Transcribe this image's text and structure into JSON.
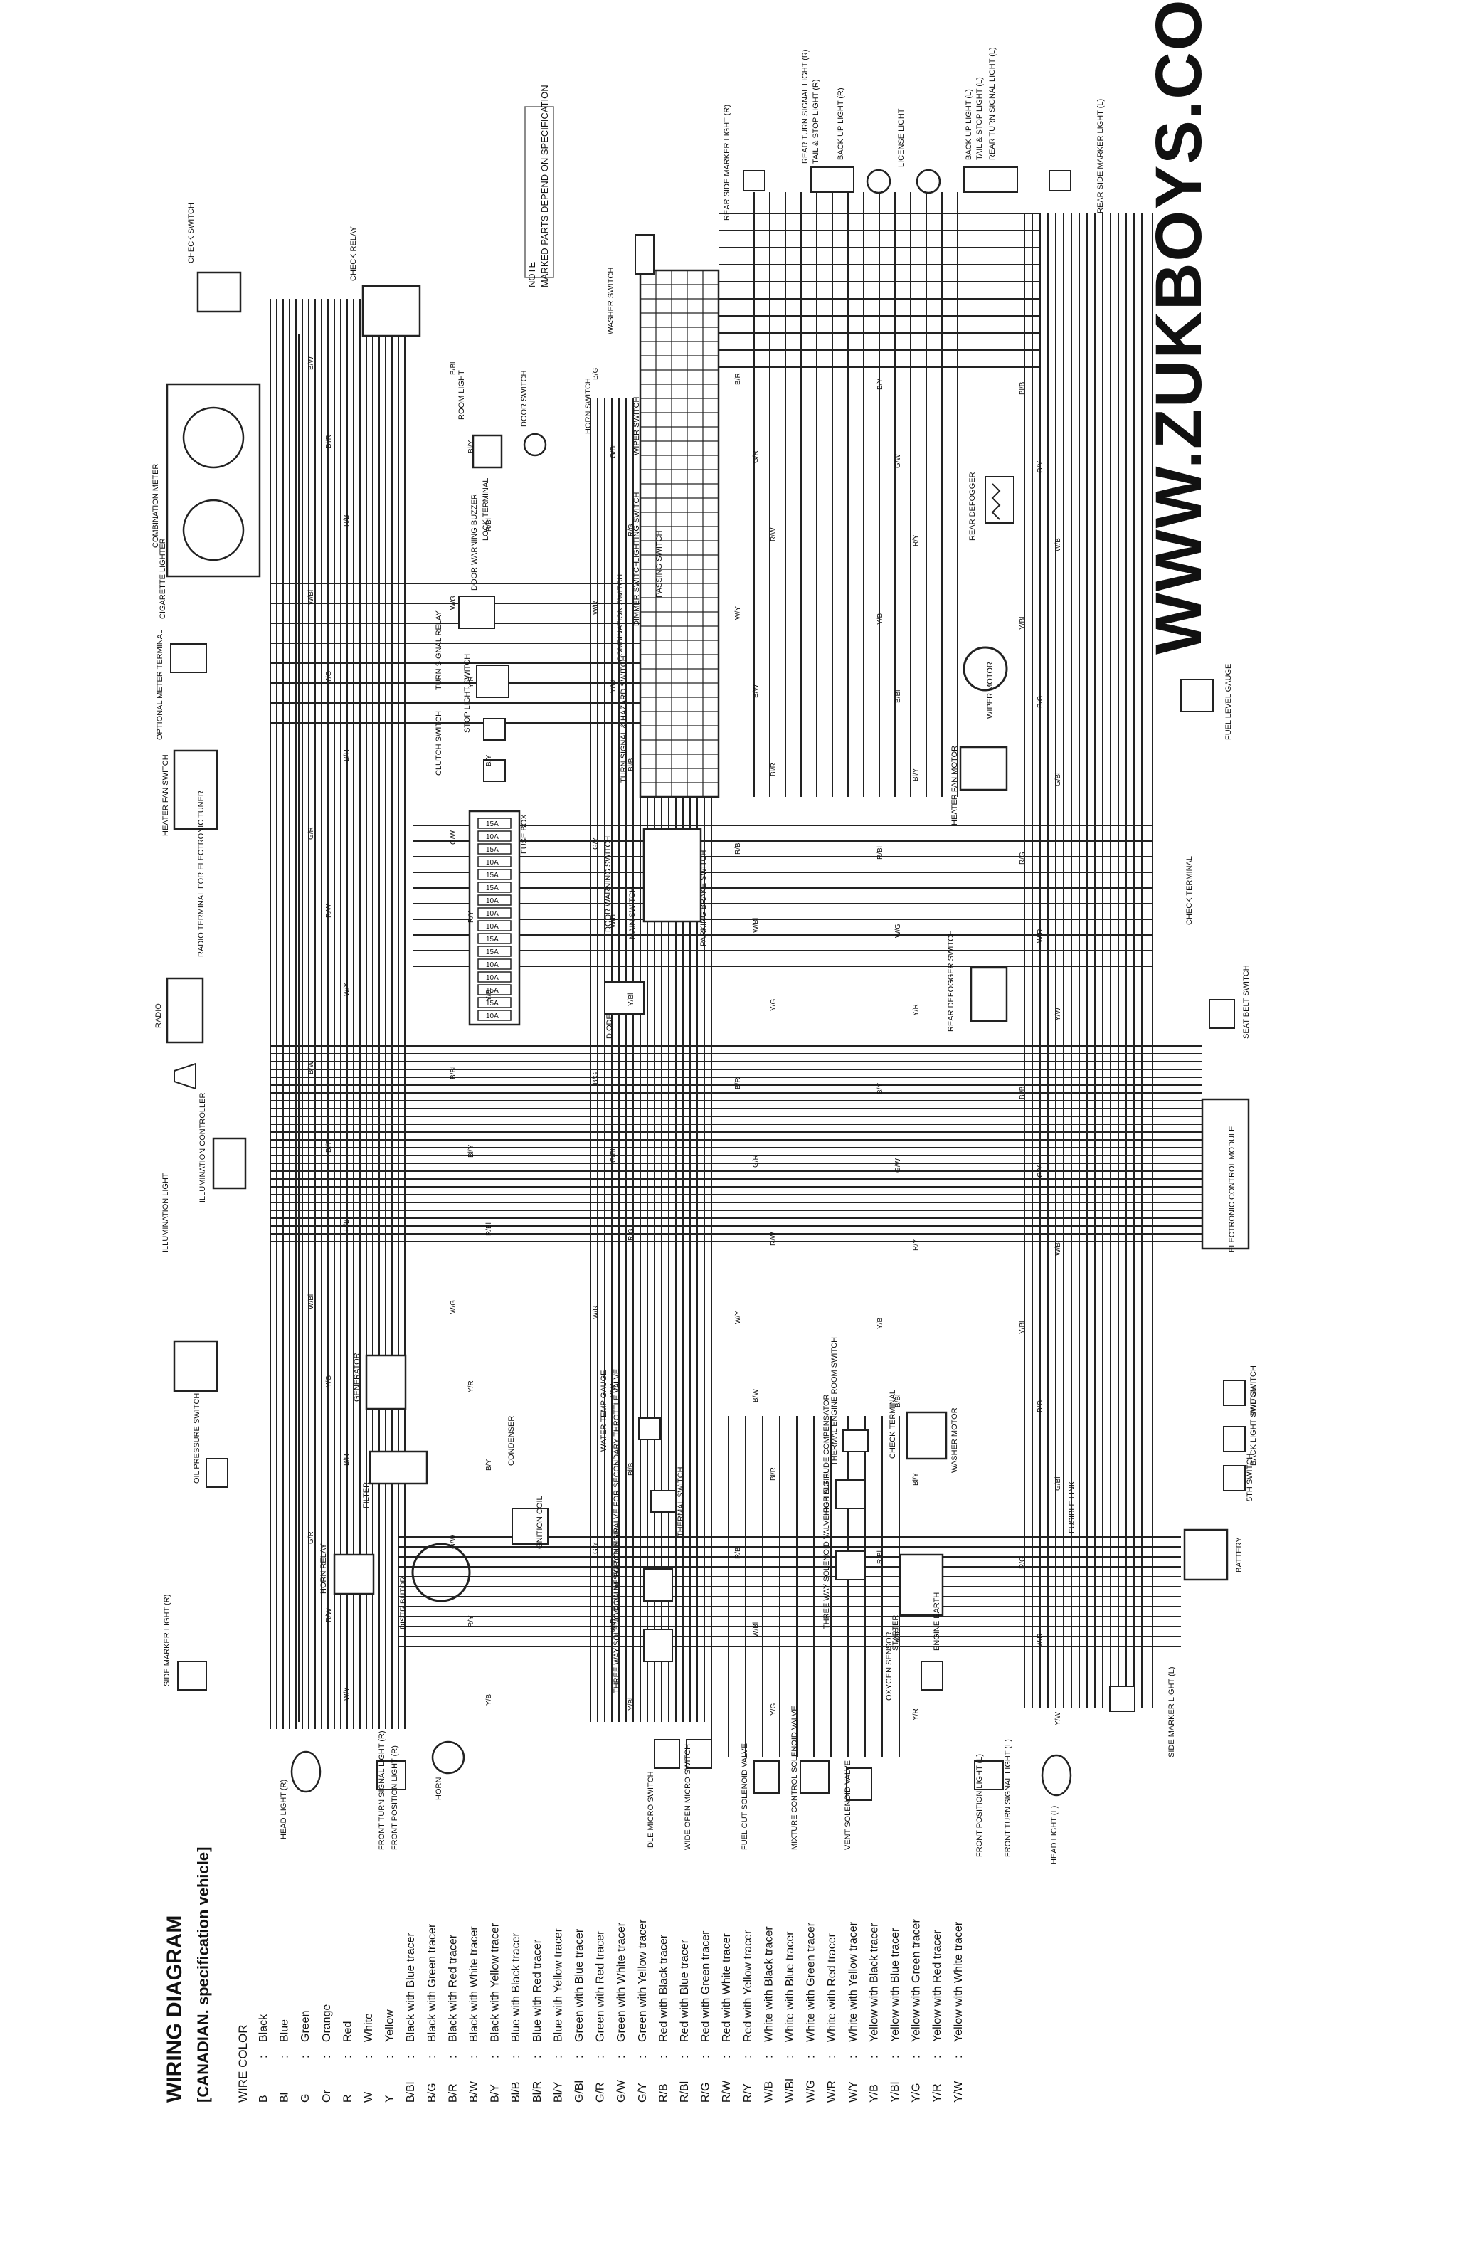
{
  "watermark": "WWW.ZUKBOYS.COM",
  "title": "WIRING DIAGRAM",
  "subtitle": "[CANADIAN. specification vehicle]",
  "legend": {
    "heading": "WIRE COLOR",
    "entries": [
      {
        "code": "B",
        "desc": "Black"
      },
      {
        "code": "Bl",
        "desc": "Blue"
      },
      {
        "code": "G",
        "desc": "Green"
      },
      {
        "code": "Or",
        "desc": "Orange"
      },
      {
        "code": "R",
        "desc": "Red"
      },
      {
        "code": "W",
        "desc": "White"
      },
      {
        "code": "Y",
        "desc": "Yellow"
      },
      {
        "code": "B/Bl",
        "desc": "Black with Blue tracer"
      },
      {
        "code": "B/G",
        "desc": "Black with Green tracer"
      },
      {
        "code": "B/R",
        "desc": "Black with Red tracer"
      },
      {
        "code": "B/W",
        "desc": "Black with White tracer"
      },
      {
        "code": "B/Y",
        "desc": "Black with Yellow tracer"
      },
      {
        "code": "Bl/B",
        "desc": "Blue with Black tracer"
      },
      {
        "code": "Bl/R",
        "desc": "Blue with Red tracer"
      },
      {
        "code": "Bl/Y",
        "desc": "Blue with Yellow tracer"
      },
      {
        "code": "G/Bl",
        "desc": "Green with Blue tracer"
      },
      {
        "code": "G/R",
        "desc": "Green with Red tracer"
      },
      {
        "code": "G/W",
        "desc": "Green with White tracer"
      },
      {
        "code": "G/Y",
        "desc": "Green with Yellow tracer"
      },
      {
        "code": "R/B",
        "desc": "Red with Black tracer"
      },
      {
        "code": "R/Bl",
        "desc": "Red with Blue tracer"
      },
      {
        "code": "R/G",
        "desc": "Red with Green tracer"
      },
      {
        "code": "R/W",
        "desc": "Red with White tracer"
      },
      {
        "code": "R/Y",
        "desc": "Red with Yellow tracer"
      },
      {
        "code": "W/B",
        "desc": "White with Black tracer"
      },
      {
        "code": "W/Bl",
        "desc": "White with Blue tracer"
      },
      {
        "code": "W/G",
        "desc": "White with Green tracer"
      },
      {
        "code": "W/R",
        "desc": "White with Red tracer"
      },
      {
        "code": "W/Y",
        "desc": "White with Yellow tracer"
      },
      {
        "code": "Y/B",
        "desc": "Yellow with Black tracer"
      },
      {
        "code": "Y/Bl",
        "desc": "Yellow with Blue tracer"
      },
      {
        "code": "Y/G",
        "desc": "Yellow with Green tracer"
      },
      {
        "code": "Y/R",
        "desc": "Yellow with Red tracer"
      },
      {
        "code": "Y/W",
        "desc": "Yellow with White tracer"
      }
    ]
  },
  "note": {
    "heading": "NOTE",
    "text": "MARKED PARTS DEPEND ON SPECIFICATION"
  },
  "components": {
    "check_switch": "CHECK SWITCH",
    "check_relay": "CHECK RELAY",
    "combination_meter": "COMBINATION METER",
    "cigarette_lighter": "CIGARETTE LIGHTER",
    "optional_meter_terminal": "OPTIONAL METER TERMINAL",
    "heater_fan_switch": "HEATER FAN SWITCH",
    "radio_terminal": "RADIO TERMINAL FOR ELECTRONIC TUNER",
    "radio": "RADIO",
    "illumination_controller": "ILLUMINATION CONTROLLER",
    "illumination_light": "ILLUMINATION LIGHT",
    "oil_pressure_switch": "OIL PRESSURE SWITCH",
    "side_marker_light_r": "SIDE MARKER LIGHT (R)",
    "head_light_r": "HEAD LIGHT (R)",
    "front_turn_signal_r": "FRONT TURN SIGNAL LIGHT (R)",
    "front_position_light_r": "FRONT POSITION LIGHT (R)",
    "horn": "HORN",
    "horn_relay": "HORN RELAY",
    "distributor": "DISTRIBUTOR",
    "filter": "FILTER",
    "generator": "GENERATOR",
    "condenser": "CONDENSER",
    "ignition_coil": "IGNITION COIL",
    "room_light": "ROOM LIGHT",
    "door_switch": "DOOR SWITCH",
    "lock_terminal": "LOCK TERMINAL",
    "door_warning_buzzer": "DOOR WARNING BUZZER",
    "turn_signal_relay": "TURN SIGNAL RELAY",
    "stop_light_switch": "STOP LIGHT SWITCH",
    "clutch_switch": "CLUTCH SWITCH",
    "fuse_box": "FUSE BOX",
    "horn_switch": "HORN SWITCH",
    "washer_switch": "WASHER SWITCH",
    "wiper_switch": "WIPER SWITCH",
    "lighting_switch": "LIGHTING SWITCH",
    "passing_switch": "PASSING SWITCH",
    "dimmer_switch": "DIMMER SWITCH",
    "combination_switch": "COMBINATION SWITCH",
    "turn_signal_hazard_switch": "TURN SIGNAL & HAZARD SWITCH",
    "main_switch": "MAIN SWITCH",
    "door_warning_switch": "DOOR WARNING SWITCH",
    "parking_brake_switch": "PARKING BRAKE SWITCH",
    "diode": "DIODE",
    "water_temp_gauge": "WATER TEMP GAUGE",
    "vacuum_switching_valve": "VACUUM SWITCHING VALVE FOR SECONDARY THROTTLE VALVE",
    "three_way_solenoid_idle_up": "THREE WAY SOLENOID VALVE FOR IDLE UP",
    "thermal_switch": "THERMAL SWITCH",
    "high_altitude_compensator": "HIGH ALTITUDE COMPENSATOR",
    "thermal_engine_room_switch": "THERMAL ENGINE ROOM SWITCH",
    "three_way_solenoid_egr": "THREE WAY SOLENOID VALVE FOR E G R",
    "idle_micro_switch": "IDLE MICRO SWITCH",
    "wide_open_micro_switch": "WIDE OPEN MICRO SWITCH",
    "fuel_cut_solenoid_valve": "FUEL CUT SOLENOID VALVE",
    "mixture_control_solenoid_valve": "MIXTURE CONTROL SOLENOID VALVE",
    "vent_solenoid_valve": "VENT SOLENOID VALVE",
    "oxygen_sensor": "OXYGEN SENSOR",
    "starter": "STARTER",
    "engine_earth": "ENGINE EARTH",
    "washer_motor": "WASHER MOTOR",
    "check_terminal": "CHECK TERMINAL",
    "battery": "BATTERY",
    "fusible_link": "FUSIBLE LINK",
    "fifth_switch": "5TH SWITCH",
    "back_light_switch": "BACK LIGHT SWITCH",
    "four_wd_switch": "4WD SWITCH",
    "electronic_control_module": "ELECTRONIC CONTROL MODULE",
    "seat_belt_switch": "SEAT BELT SWITCH",
    "rear_defogger_switch": "REAR DEFOGGER SWITCH",
    "heater_fan_motor": "HEATER FAN MOTOR",
    "wiper_motor": "WIPER MOTOR",
    "rear_defogger": "REAR DEFOGGER",
    "fuel_level_gauge": "FUEL LEVEL GAUGE",
    "side_marker_light_l": "SIDE MARKER LIGHT (L)",
    "head_light_l": "HEAD LIGHT (L)",
    "front_turn_signal_l": "FRONT TURN SIGNAL LIGHT (L)",
    "front_position_light_l": "FRONT POSITION LIGHT (L)",
    "rear_side_marker_r": "REAR SIDE MARKER LIGHT (R)",
    "rear_turn_signal_r": "REAR TURN SIGNAL LIGHT (R)",
    "tail_stop_r": "TAIL & STOP LIGHT (R)",
    "back_up_light_r": "BACK UP LIGHT (R)",
    "license_light": "LICENSE LIGHT",
    "back_up_light_l": "BACK UP LIGHT (L)",
    "tail_stop_l": "TAIL & STOP LIGHT (L)",
    "rear_turn_signal_l": "REAR TURN SIGNAL LIGHT (L)",
    "rear_side_marker_l": "REAR SIDE MARKER LIGHT (L)"
  },
  "wire_codes": [
    "B/W",
    "B/Bl",
    "B/G",
    "B/R",
    "B/Y",
    "Bl/B",
    "Bl/R",
    "Bl/Y",
    "G/Bl",
    "G/R",
    "G/W",
    "G/Y",
    "R/B",
    "R/Bl",
    "R/G",
    "R/W",
    "R/Y",
    "W/B",
    "W/Bl",
    "W/G",
    "W/R",
    "W/Y",
    "Y/B",
    "Y/Bl",
    "Y/G",
    "Y/R",
    "Y/W"
  ],
  "fuse_ratings": [
    "15A",
    "10A",
    "15A",
    "10A",
    "15A",
    "15A",
    "10A",
    "10A",
    "10A",
    "15A",
    "15A",
    "10A",
    "10A",
    "15A",
    "15A",
    "10A"
  ]
}
